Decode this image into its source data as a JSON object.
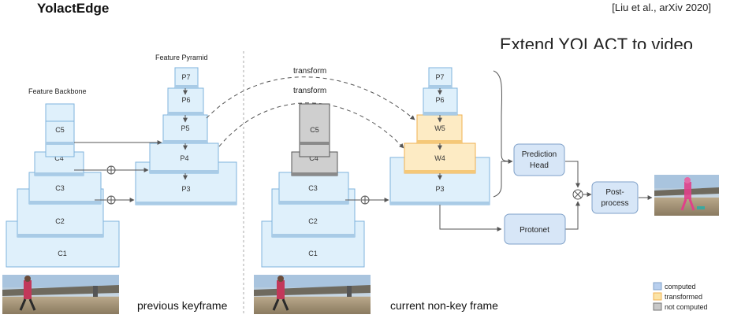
{
  "header": {
    "title": "YolactEdge",
    "citation": "[Liu et al., arXiv 2020]",
    "headline": "Extend YOLACT to video"
  },
  "left": {
    "backbone_label": "Feature Backbone",
    "pyramid_label": "Feature Pyramid",
    "backbone": [
      "C1",
      "C2",
      "C3",
      "C4",
      "C5"
    ],
    "pyramid": [
      "P3",
      "P4",
      "P5",
      "P6",
      "P7"
    ],
    "caption": "previous keyframe"
  },
  "right": {
    "backbone": [
      "C1",
      "C2",
      "C3",
      "C4",
      "C5"
    ],
    "pyramid": [
      "P3",
      "W4",
      "W5",
      "P6",
      "P7"
    ],
    "caption": "current non-key frame"
  },
  "transforms": [
    "transform",
    "transform"
  ],
  "modules": {
    "prediction_head": "Prediction\nHead",
    "protonet": "Protonet",
    "postprocess": "Post-\nprocess"
  },
  "legend": [
    {
      "label": "computed",
      "color": "#b8cfee"
    },
    {
      "label": "transformed",
      "color": "#fbe3a6"
    },
    {
      "label": "not computed",
      "color": "#c8c8c8"
    }
  ],
  "colors": {
    "computed_fill": "#dff0fb",
    "computed_edge": "#7fb3dc",
    "transformed_fill": "#fdebc4",
    "transformed_edge": "#f0b050",
    "notcomputed_fill": "#cfcfcf",
    "notcomputed_edge": "#555555",
    "module_fill": "#d7e6f7",
    "module_edge": "#7fa0c8"
  }
}
